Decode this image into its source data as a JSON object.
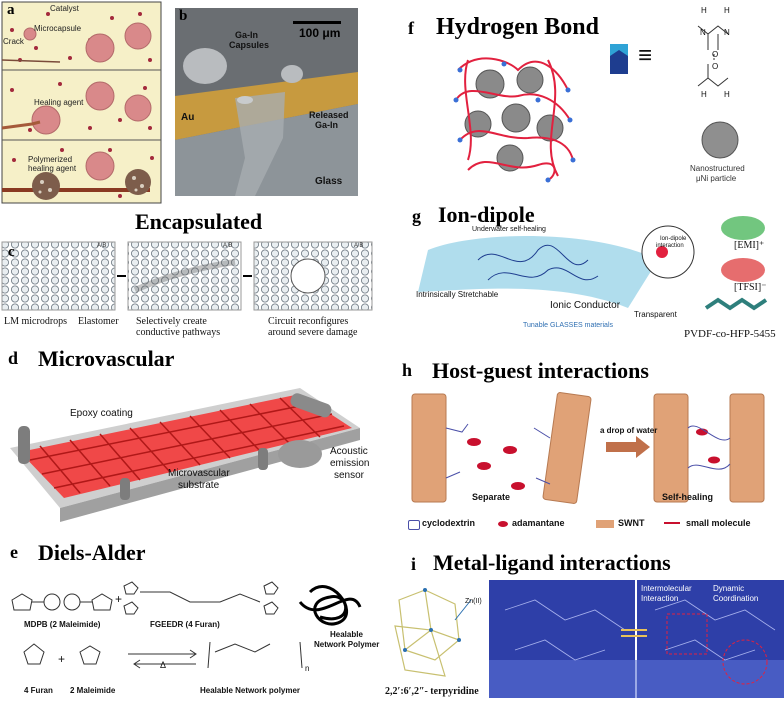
{
  "panel_a": {
    "letter": "a",
    "labels": {
      "catalyst": "Catalyst",
      "microcapsule": "Microcapsule",
      "crack": "Crack",
      "healing_agent": "Healing agent",
      "polymerized_line1": "Polymerized",
      "polymerized_line2": "healing agent"
    }
  },
  "panel_b": {
    "letter": "b",
    "scalebar": "100 μm",
    "capsules_line1": "Ga-In",
    "capsules_line2": "Capsules",
    "au": "Au",
    "released_line1": "Released",
    "released_line2": "Ga-In",
    "glass": "Glass"
  },
  "encapsulated_title": "Encapsulated",
  "panel_c": {
    "letter": "c",
    "ab1": "A  B",
    "ab2": "A  B",
    "ab3": "A  B",
    "lm": "LM microdrops",
    "elastomer": "Elastomer",
    "selective_line1": "Selectively create",
    "selective_line2": "conductive pathways",
    "circuit_line1": "Circuit reconfigures",
    "circuit_line2": "around severe damage"
  },
  "panel_d": {
    "letter": "d",
    "title": "Microvascular",
    "epoxy": "Epoxy coating",
    "substrate_line1": "Microvascular",
    "substrate_line2": "substrate",
    "acoustic_line1": "Acoustic",
    "acoustic_line2": "emission",
    "acoustic_line3": "sensor"
  },
  "panel_e": {
    "letter": "e",
    "title": "Diels-Alder",
    "mdpb": "MDPB (2 Maleimide)",
    "fgeedr": "FGEEDR (4 Furan)",
    "healable_line1": "Healable",
    "healable_line2": "Network Polymer",
    "four_furan": "4 Furan",
    "two_maleimide": "2 Maleimide",
    "healable_network": "Healable Network polymer",
    "n": "n",
    "plus": "+",
    "delta": "Δ"
  },
  "panel_f": {
    "letter": "f",
    "title": "Hydrogen Bond",
    "equals": "≡",
    "nano_line1": "Nanostructured",
    "nano_line2": "μNi particle",
    "h": "H",
    "n": "N",
    "o": "O"
  },
  "panel_g": {
    "letter": "g",
    "title": "Ion-dipole",
    "underwater": "Underwater self-healing",
    "ion_line1": "Ion-dipole",
    "ion_line2": "interaction",
    "intrinsic": "Intrinsically Stretchable",
    "ionic": "Ionic Conductor",
    "transparent": "Transparent",
    "tunable": "Tunable GLASSES materials",
    "emi": "[EMI]⁺",
    "tfsi": "[TFSI]⁻",
    "pvdf": "PVDF-co-HFP-5455"
  },
  "panel_h": {
    "letter": "h",
    "title": "Host-guest interactions",
    "water": "a drop of water",
    "separate": "Separate",
    "self_healing": "Self-healing",
    "legend": [
      "cyclodextrin",
      "adamantane",
      "SWNT",
      "small molecule"
    ]
  },
  "panel_i": {
    "letter": "i",
    "title": "Metal-ligand interactions",
    "zn": "Zn(II)",
    "terpyridine": "2,2′:6′,2″- terpyridine",
    "inter_line1": "Intermolecular",
    "inter_line2": "Interaction",
    "dyn_line1": "Dynamic",
    "dyn_line2": "Coordination"
  },
  "colors": {
    "cream": "#f6f0c8",
    "capsule": "#d9898a",
    "catalyst": "#a32a3c",
    "red_network": "#e2213f",
    "swnt": "#e0a277",
    "ionic_blue": "#8fcfe6",
    "metal_blue": "#2e3fa8"
  }
}
